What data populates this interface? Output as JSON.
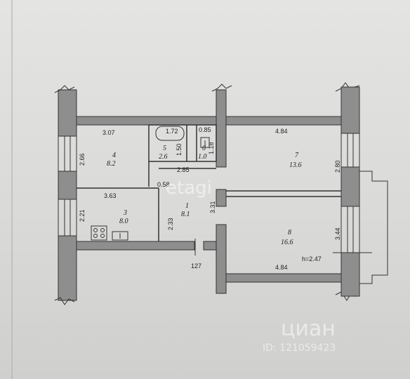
{
  "rooms": [
    {
      "id": "1",
      "area": "8.1"
    },
    {
      "id": "3",
      "area": "8.0"
    },
    {
      "id": "4",
      "area": "8.2"
    },
    {
      "id": "5",
      "area": "2.6"
    },
    {
      "id": "6",
      "area": "1.0"
    },
    {
      "id": "7",
      "area": "13.6"
    },
    {
      "id": "8",
      "area": "16.6"
    }
  ],
  "dimensions": {
    "d307": "3.07",
    "d172": "1.72",
    "d085": "0.85",
    "d484_top": "4.84",
    "d266": "2.66",
    "d150": "1.50",
    "d118": "1.18",
    "d285": "2.85",
    "d058": "0.58",
    "d280": "2.80",
    "d363": "3.63",
    "d221": "2.21",
    "d233": "2.33",
    "d331": "3.31",
    "d344": "3.44",
    "d127": "127",
    "ceiling": "h=2.47",
    "d484_bottom": "4.84"
  },
  "watermarks": {
    "etagi": "etagi",
    "cian_logo": "циан",
    "cian_id": "ID: 121059423"
  }
}
